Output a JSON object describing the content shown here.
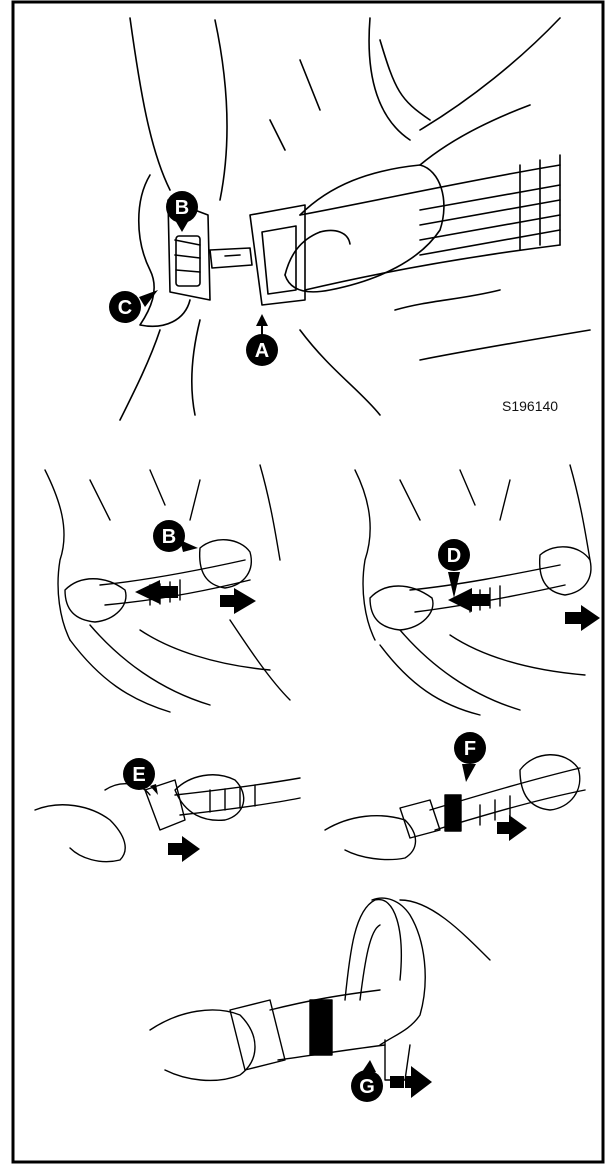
{
  "figure_code": "S196140",
  "callouts": {
    "a": "A",
    "b_top": "B",
    "c": "C",
    "b_mid": "B",
    "d": "D",
    "e": "E",
    "f": "F",
    "g": "G"
  },
  "colors": {
    "line": "#000000",
    "background": "#ffffff",
    "border": "#000000"
  }
}
